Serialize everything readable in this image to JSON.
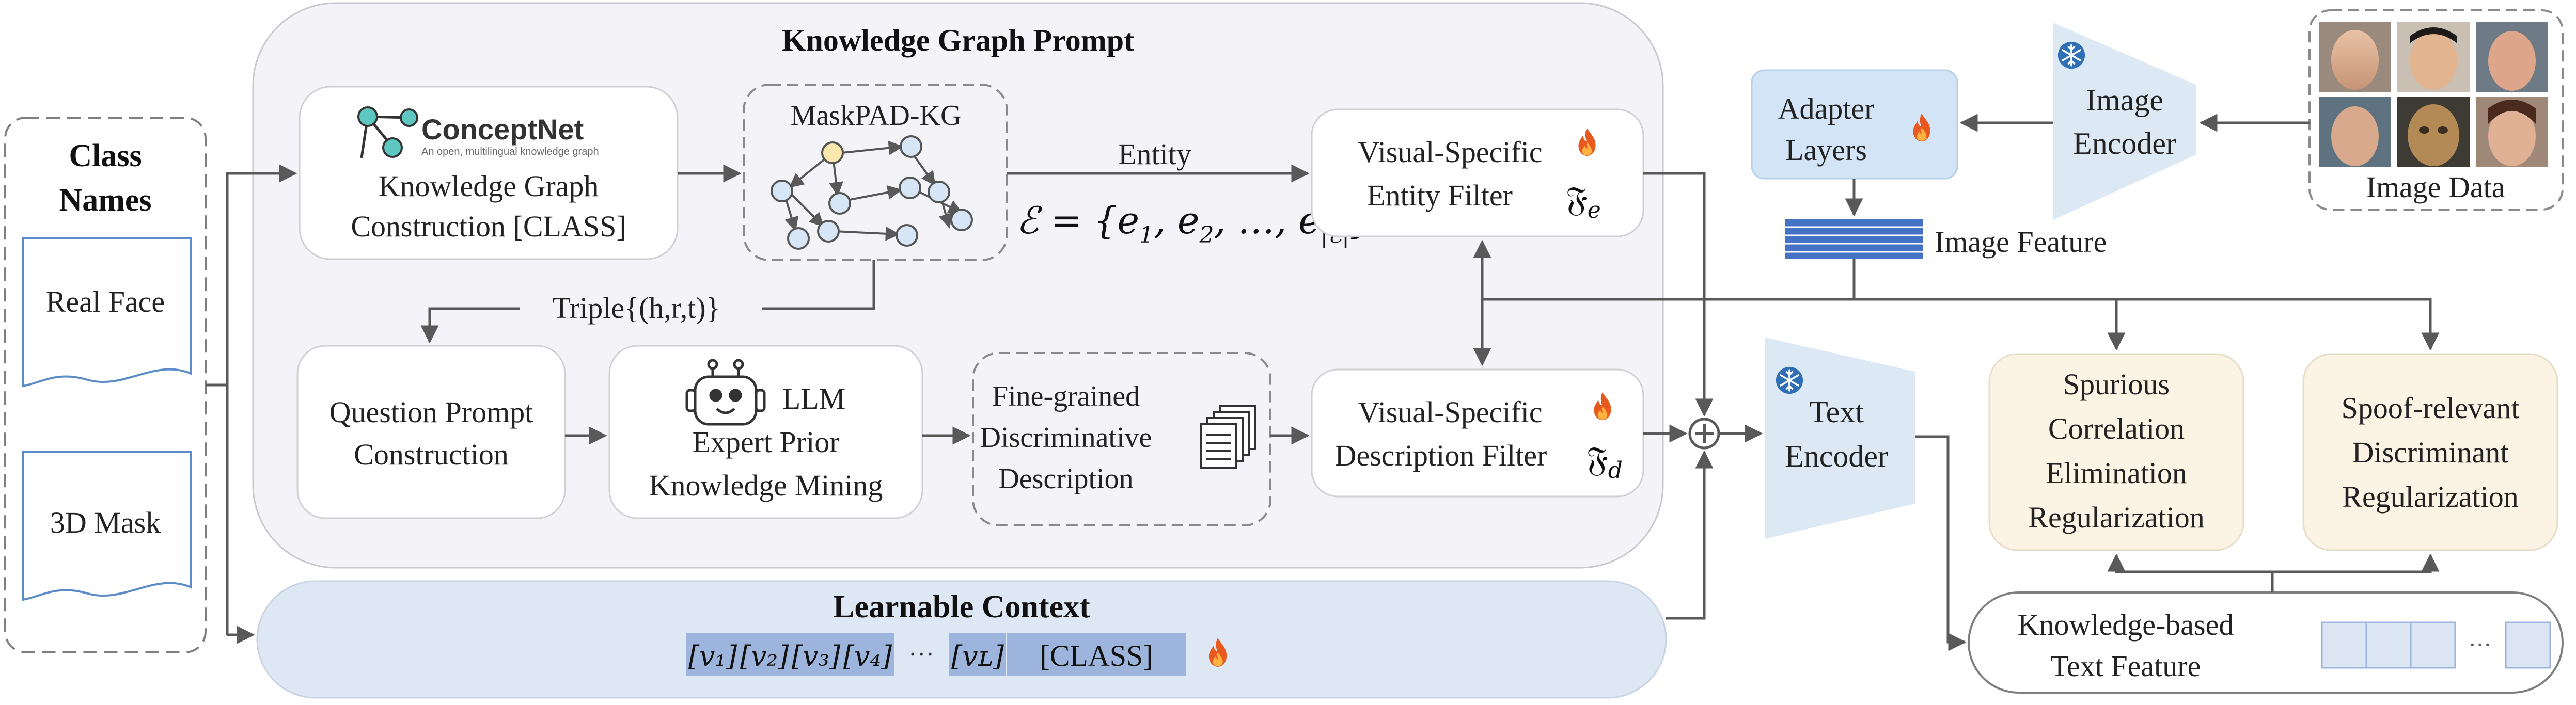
{
  "kg_prompt": {
    "title": "Knowledge Graph  Prompt"
  },
  "class_names": {
    "title_line1": "Class",
    "title_line2": "Names",
    "doc1": "Real Face",
    "doc2": "3D Mask"
  },
  "conceptnet": {
    "brand": "ConceptNet",
    "tagline": "An open, multilingual knowledge graph",
    "line1": "Knowledge Graph",
    "line2": "Construction [CLASS]"
  },
  "maskpad": {
    "label": "MaskPAD-KG"
  },
  "entity": {
    "label": "Entity",
    "formula_left": "ℰ = {",
    "formula_e1": "e",
    "formula_sub1": "1",
    "formula_sep1": ", ",
    "formula_e2": "e",
    "formula_sub2": "2",
    "formula_sep2": ", …, ",
    "formula_e3": "e",
    "formula_sub3": "|ℰ|",
    "formula_right": "}"
  },
  "entity_filter": {
    "line1": "Visual-Specific",
    "line2": "Entity Filter",
    "symbol": "𝔉",
    "sub": "e"
  },
  "triple": {
    "label": "Triple{(h,r,t)}"
  },
  "question_prompt": {
    "line1": "Question Prompt",
    "line2": "Construction"
  },
  "llm": {
    "line1": "LLM",
    "line2": "Expert Prior",
    "line3": "Knowledge Mining"
  },
  "fine_grained": {
    "line1": "Fine-grained",
    "line2": "Discriminative",
    "line3": "Description"
  },
  "desc_filter": {
    "line1": "Visual-Specific",
    "line2": "Description Filter",
    "symbol": "𝔉",
    "sub": "d"
  },
  "learnable_context": {
    "title": "Learnable Context",
    "tokens": [
      "[v₁]",
      "[v₂]",
      "[v₃]",
      "[v₄]"
    ],
    "dots": "···",
    "last_token": "[vʟ]",
    "class_token": "[CLASS]"
  },
  "adapter": {
    "line1": "Adapter",
    "line2": "Layers"
  },
  "image_encoder": {
    "line1": "Image",
    "line2": "Encoder"
  },
  "image_data": {
    "label": "Image Data"
  },
  "image_feature": {
    "label": "Image Feature"
  },
  "text_encoder": {
    "line1": "Text",
    "line2": "Encoder"
  },
  "spurious": {
    "line1": "Spurious",
    "line2": "Correlation",
    "line3": "Elimination",
    "line4": "Regularization"
  },
  "spoof": {
    "line1": "Spoof-relevant",
    "line2": "Discriminant",
    "line3": "Regularization"
  },
  "text_feature": {
    "line1": "Knowledge-based",
    "line2": "Text Feature",
    "dots": "···"
  },
  "colors": {
    "panel_fill": "#F4F4F8",
    "box_stroke": "#D0D0D8",
    "dashed_stroke": "#7F7F7F",
    "encoder_blue": "#DCE8F4",
    "adapter_fill": "#D2E4F5",
    "feature_blue": "#4472C4",
    "token_fill": "#9DB4DC",
    "reg_fill": "#FBF3E4",
    "context_fill": "#DDE8F4",
    "arrow": "#595959",
    "flame": "#E8591F",
    "snow": "#2E6FB5"
  }
}
